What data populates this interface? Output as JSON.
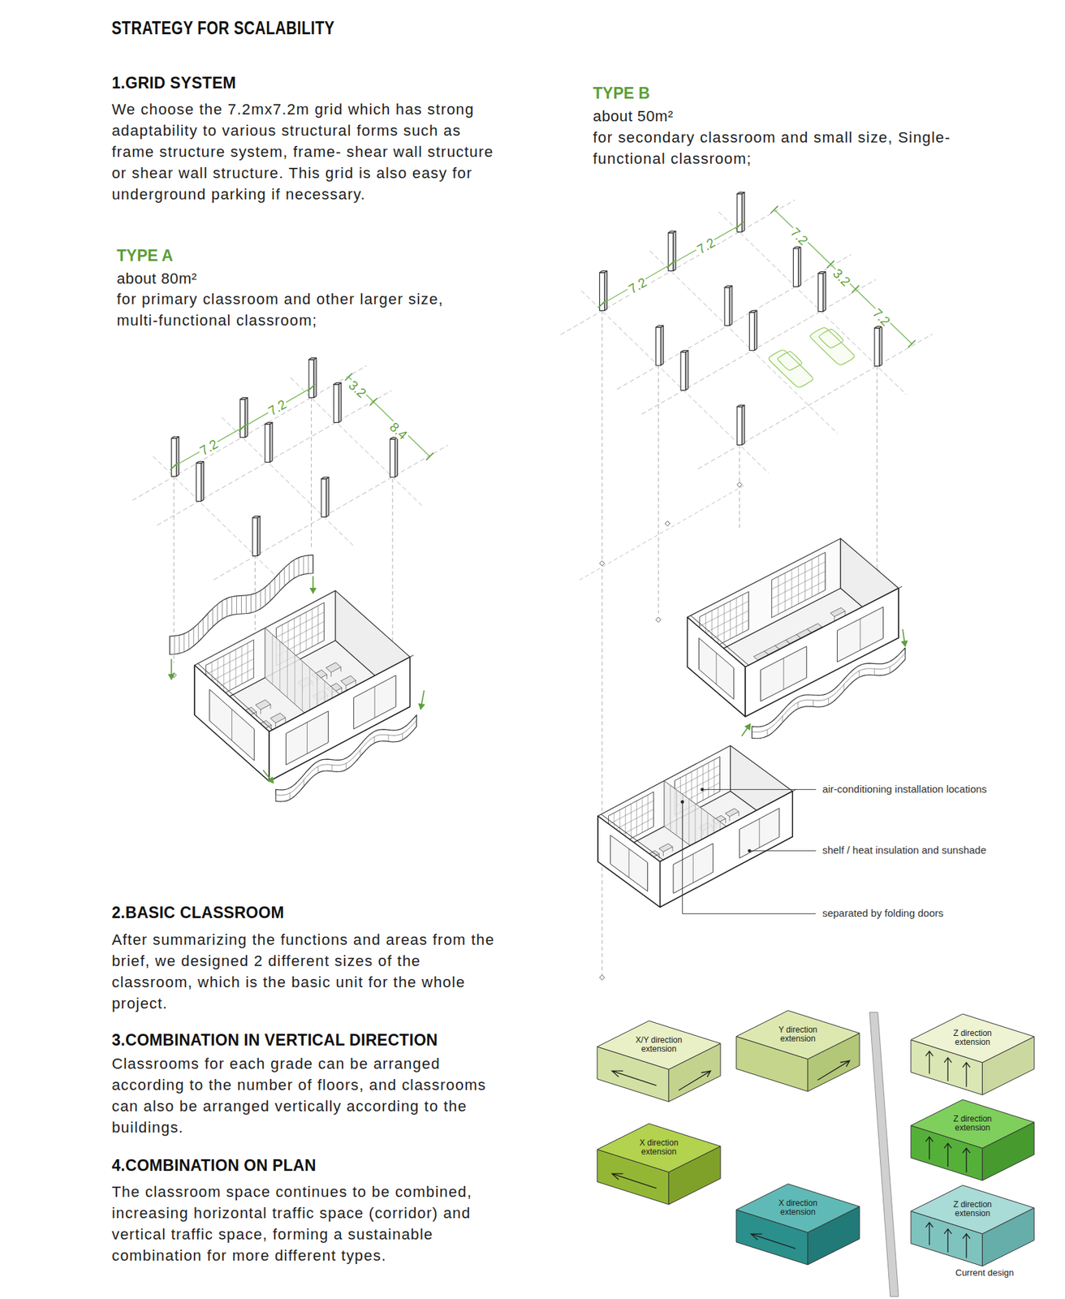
{
  "diagram": {
    "title": "STRATEGY FOR SCALABILITY",
    "nodes": [
      {
        "text": [
          "X/Y direction extension"
        ]
      },
      {
        "text": [
          "Y direction extension"
        ]
      },
      {
        "text": [
          "Z direction extension"
        ]
      },
      {
        "text": [
          "Z direction extension"
        ]
      },
      {
        "text": [
          "X direction extension"
        ]
      },
      {
        "text": [
          "Z direction extension"
        ]
      },
      {
        "text": [
          "X direction extension"
        ]
      }
    ],
    "labels": [
      "1.GRID SYSTEM",
      "We choose the 7.2mx7.2m grid which has strong adaptability to various structural forms such as frame structure system, frame- shear wall structure or shear wall structure. This grid is also easy for underground parking if necessary.",
      "TYPE A",
      "about 80m²",
      "for primary classroom and other larger size, multi-functional classroom;",
      "TYPE B",
      "about 50m²",
      "for secondary classroom and small size, Single-functional classroom;",
      "7.2",
      "7.2",
      "3.2",
      "8.4",
      "7.2",
      "7.2",
      "7.2",
      "3.2",
      "7.2",
      "air-conditioning installation locations",
      "shelf / heat insulation and sunshade",
      "separated by folding doors",
      "2.BASIC CLASSROOM",
      "After summarizing the functions and areas from the brief, we designed 2 different sizes of the classroom, which is the basic unit for the whole project.",
      "3.COMBINATION IN VERTICAL DIRECTION",
      "Classrooms for each grade can be arranged according to the number of floors, and classrooms can also be arranged vertically according to the buildings.",
      "4.COMBINATION ON PLAN",
      "The classroom space continues to be combined, increasing horizontal traffic space (corridor) and vertical traffic space, forming a sustainable combination for more different types.",
      "Current design"
    ]
  }
}
